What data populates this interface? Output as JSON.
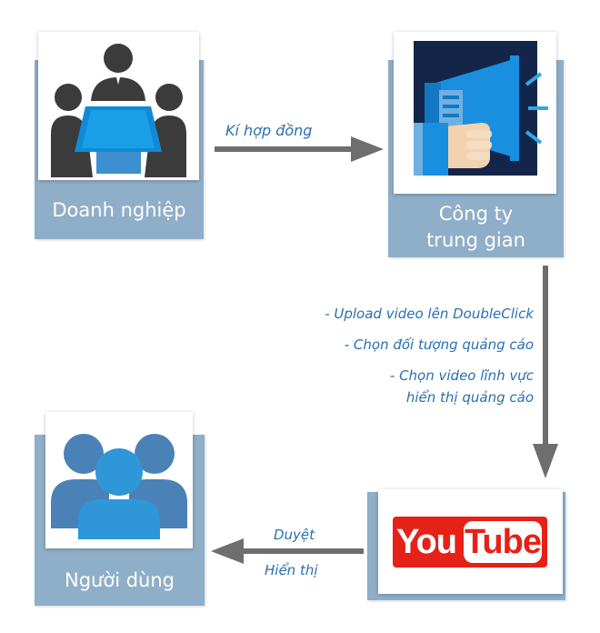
{
  "nodes": {
    "doanh_nghiep": {
      "label": "Doanh nghiệp"
    },
    "cong_ty": {
      "label_line1": "Công ty",
      "label_line2": "trung gian"
    },
    "nguoi_dung": {
      "label": "Người dùng"
    },
    "youtube": {
      "logo_you": "You",
      "logo_tube": "Tube"
    }
  },
  "edges": {
    "top": {
      "label": "Kí hợp đồng"
    },
    "right": {
      "lines": [
        "- Upload video lên DoubleClick",
        "- Chọn đối tượng quảng cáo",
        "- Chọn video lĩnh vực",
        "hiển thị quảng cáo"
      ]
    },
    "bottom": {
      "label_top": "Duyệt",
      "label_bottom": "Hiển thị"
    }
  },
  "colors": {
    "card": "#8faec8",
    "arrow": "#6e6e6e",
    "note_text": "#2a6fb1",
    "youtube_red": "#e62117"
  },
  "icons": [
    "meeting-icon",
    "megaphone-icon",
    "users-group-icon",
    "youtube-logo"
  ]
}
